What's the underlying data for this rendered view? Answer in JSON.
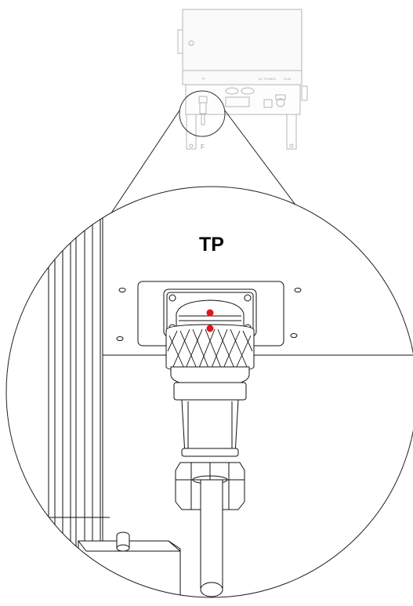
{
  "title": "",
  "overview": {
    "labels": {
      "tp_small": "TP",
      "ac_power": "AC POWER",
      "hcm": "HCM",
      "f_marker": "F"
    }
  },
  "detail": {
    "connector_label": "TP",
    "marker_color": "#e0161b"
  }
}
